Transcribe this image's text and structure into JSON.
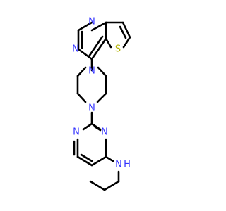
{
  "colors": {
    "background": "#ffffff",
    "bond": "#000000",
    "nitrogen": "#3333ff",
    "sulfur": "#b2b200"
  },
  "atoms": {
    "n_top_pyrimidine": "N",
    "n_left_pyrimidine": "N",
    "s_thiophene": "S",
    "n_piperazine_top": "N",
    "n_piperazine_bottom": "N",
    "n_pyrimidine_right": "N",
    "n_pyrimidine_left": "N",
    "nh_amine_n": "N",
    "nh_amine_h": "H"
  }
}
